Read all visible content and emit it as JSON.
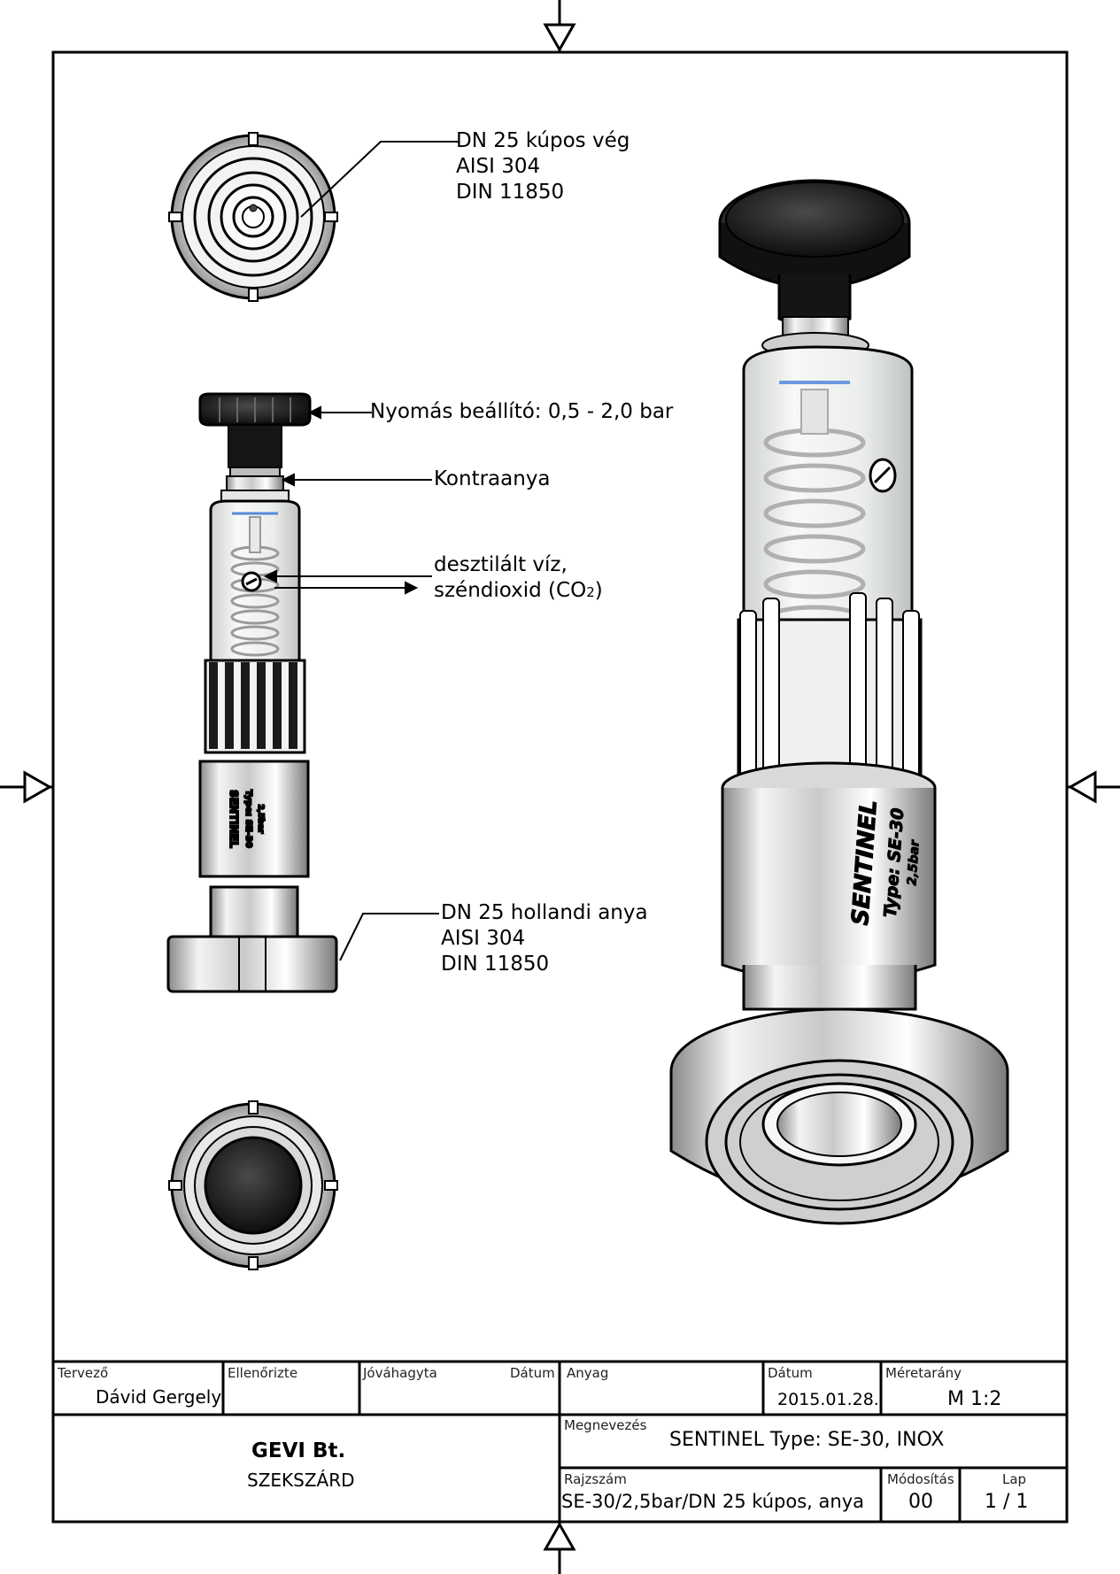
{
  "callouts": {
    "top_end": {
      "line1": "DN 25 kúpos vég",
      "line2": "AISI 304",
      "line3": "DIN 11850"
    },
    "pressure": "Nyomás beállító: 0,5 - 2,0 bar",
    "locknut": "Kontraanya",
    "media": {
      "line1": "desztilált víz,",
      "line2": "széndioxid (CO",
      "sub": "2",
      "close": ")"
    },
    "nut": {
      "line1": "DN 25 hollandi anya",
      "line2": "AISI 304",
      "line3": "DIN 11850"
    }
  },
  "product_marking": {
    "brand": "SENTINEL",
    "type": "Type: SE-30",
    "size": "2,5bar"
  },
  "title_block": {
    "designer_label": "Tervező",
    "designer_value": "Dávid Gergely",
    "checked_label": "Ellenőrizte",
    "approved_label": "Jóváhagyta",
    "date_label_1": "Dátum",
    "material_label": "Anyag",
    "date_label_2": "Dátum",
    "date_value": "2015.01.28.",
    "scale_label": "Méretarány",
    "scale_value": "M 1:2",
    "company_name": "GEVI Bt.",
    "company_city": "SZEKSZÁRD",
    "name_label": "Megnevezés",
    "name_value": "SENTINEL Type: SE-30, INOX",
    "drawing_no_label": "Rajzszám",
    "drawing_no_value": "SE-30/2,5bar/DN 25 kúpos, anya",
    "revision_label": "Módosítás",
    "revision_value": "00",
    "sheet_label": "Lap",
    "sheet_value": "1  / 1"
  },
  "colors": {
    "line": "#000000",
    "knob": "#1c1c1c",
    "steel": "#d8d8d8",
    "glass": "#eef0ee"
  }
}
